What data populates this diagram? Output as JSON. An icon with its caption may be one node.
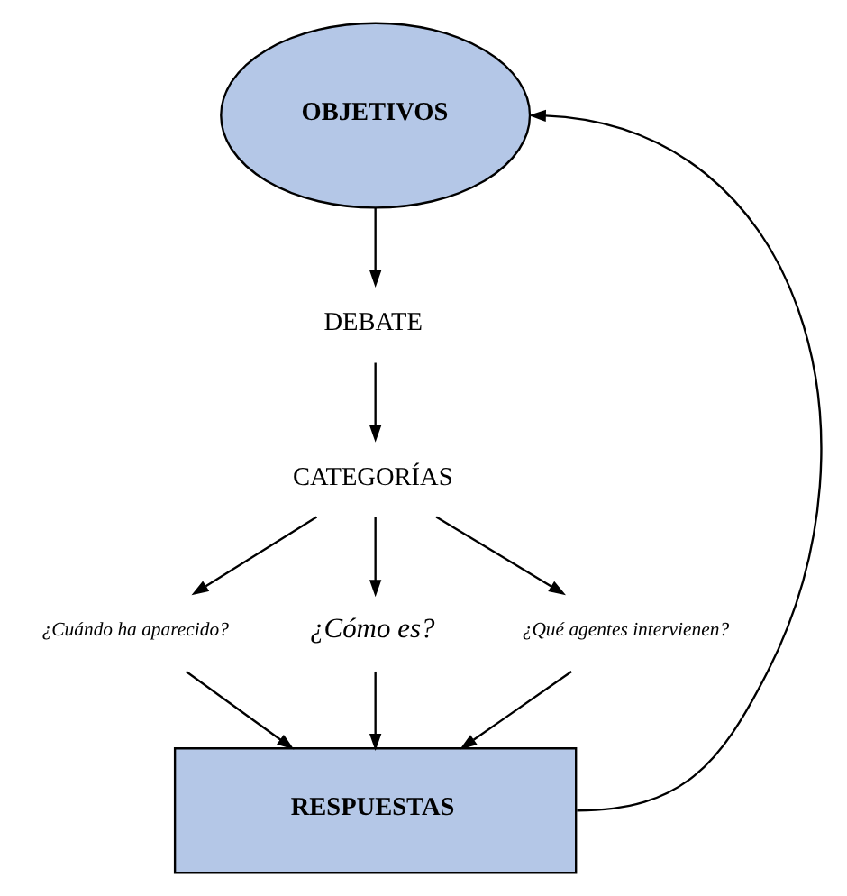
{
  "diagram": {
    "nodes": [
      {
        "text": [
          "OBJETIVOS"
        ]
      },
      {
        "text": [
          "DEBATE"
        ]
      },
      {
        "text": [
          "CATEGORÍAS"
        ]
      },
      {
        "text": [
          "¿Cuándo ha aparecido?"
        ]
      },
      {
        "text": [
          "¿Cómo es?"
        ]
      },
      {
        "text": [
          "¿Qué agentes intervienen?"
        ]
      },
      {
        "text": [
          "RESPUESTAS"
        ]
      }
    ],
    "edges": [
      {
        "from": 0,
        "to": 1,
        "arrow": "to"
      },
      {
        "from": 1,
        "to": 2,
        "arrow": "to"
      },
      {
        "from": 2,
        "to": 3,
        "arrow": "to"
      },
      {
        "from": 2,
        "to": 4,
        "arrow": "to"
      },
      {
        "from": 2,
        "to": 5,
        "arrow": "to"
      },
      {
        "from": 3,
        "to": 6,
        "arrow": "to"
      },
      {
        "from": 4,
        "to": 6,
        "arrow": "to"
      },
      {
        "from": 5,
        "to": 6,
        "arrow": "to"
      },
      {
        "from": 6,
        "to": 0,
        "arrow": "to"
      }
    ]
  }
}
